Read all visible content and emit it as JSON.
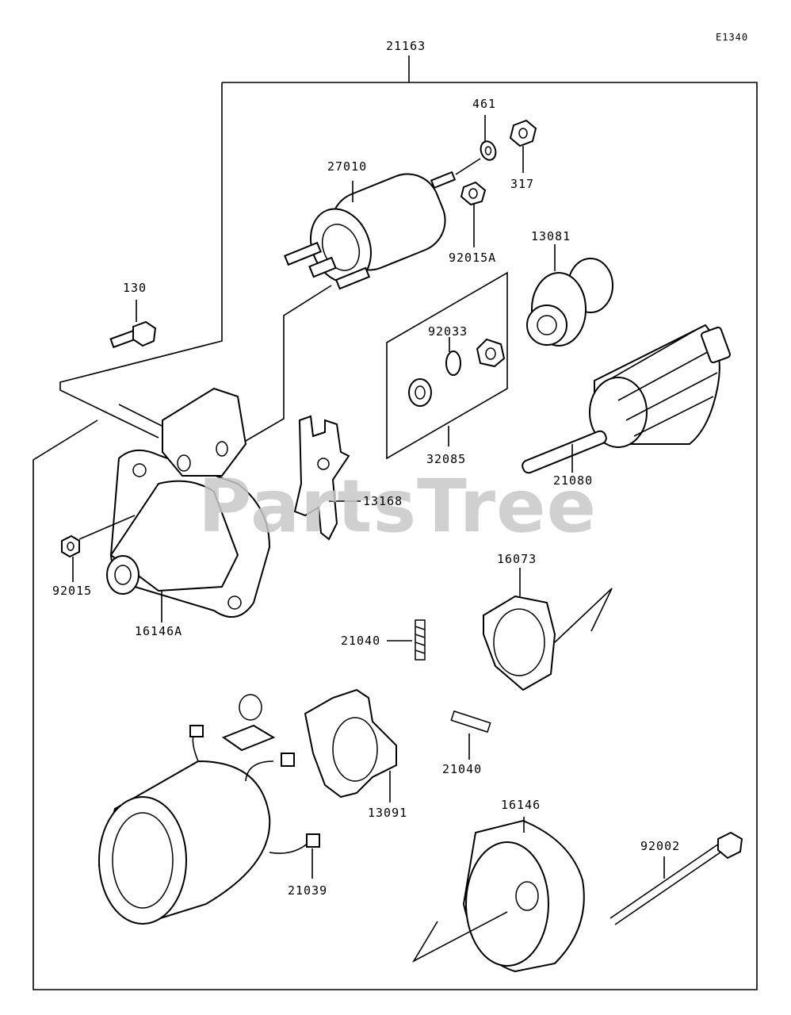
{
  "drawing_code": "E1340",
  "watermark": "PartsTree",
  "labels": {
    "p21163": "21163",
    "p461": "461",
    "p317": "317",
    "p27010": "27010",
    "p92015A": "92015A",
    "p13081": "13081",
    "p130": "130",
    "p92033": "92033",
    "p32085": "32085",
    "p21080": "21080",
    "p13168": "13168",
    "p92015": "92015",
    "p16146A": "16146A",
    "p16073": "16073",
    "p21040a": "21040",
    "p21040b": "21040",
    "p13091": "13091",
    "p21039": "21039",
    "p16146": "16146",
    "p92002": "92002"
  }
}
